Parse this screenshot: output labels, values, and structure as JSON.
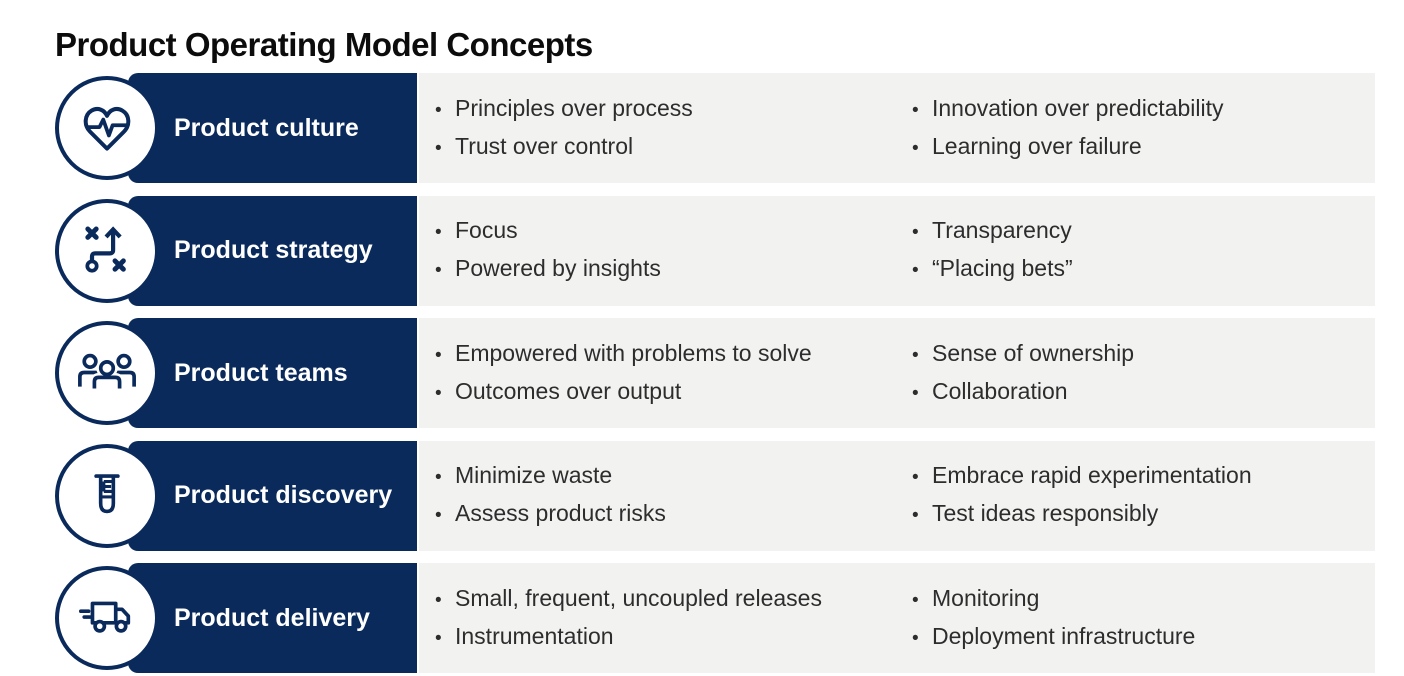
{
  "title": "Product Operating Model Concepts",
  "colors": {
    "navy": "#0a2a5c",
    "panel": "#f2f2f1",
    "ink": "#2d2d2d",
    "title": "#0c0c0c"
  },
  "rows": [
    {
      "id": "culture",
      "icon": "heart-pulse-icon",
      "label": "Product culture",
      "left": [
        "Principles over process",
        "Trust over control"
      ],
      "right": [
        "Innovation over predictability",
        "Learning over failure"
      ]
    },
    {
      "id": "strategy",
      "icon": "strategy-icon",
      "label": "Product strategy",
      "left": [
        "Focus",
        "Powered by insights"
      ],
      "right": [
        "Transparency",
        "“Placing bets”"
      ]
    },
    {
      "id": "teams",
      "icon": "team-icon",
      "label": "Product teams",
      "left": [
        "Empowered with problems to solve",
        "Outcomes over output"
      ],
      "right": [
        "Sense of ownership",
        "Collaboration"
      ]
    },
    {
      "id": "discovery",
      "icon": "test-tube-icon",
      "label": "Product discovery",
      "left": [
        "Minimize waste",
        "Assess product risks"
      ],
      "right": [
        "Embrace rapid experimentation",
        "Test ideas responsibly"
      ]
    },
    {
      "id": "delivery",
      "icon": "delivery-truck-icon",
      "label": "Product delivery",
      "left": [
        "Small, frequent, uncoupled releases",
        "Instrumentation"
      ],
      "right": [
        "Monitoring",
        "Deployment infrastructure"
      ]
    }
  ]
}
